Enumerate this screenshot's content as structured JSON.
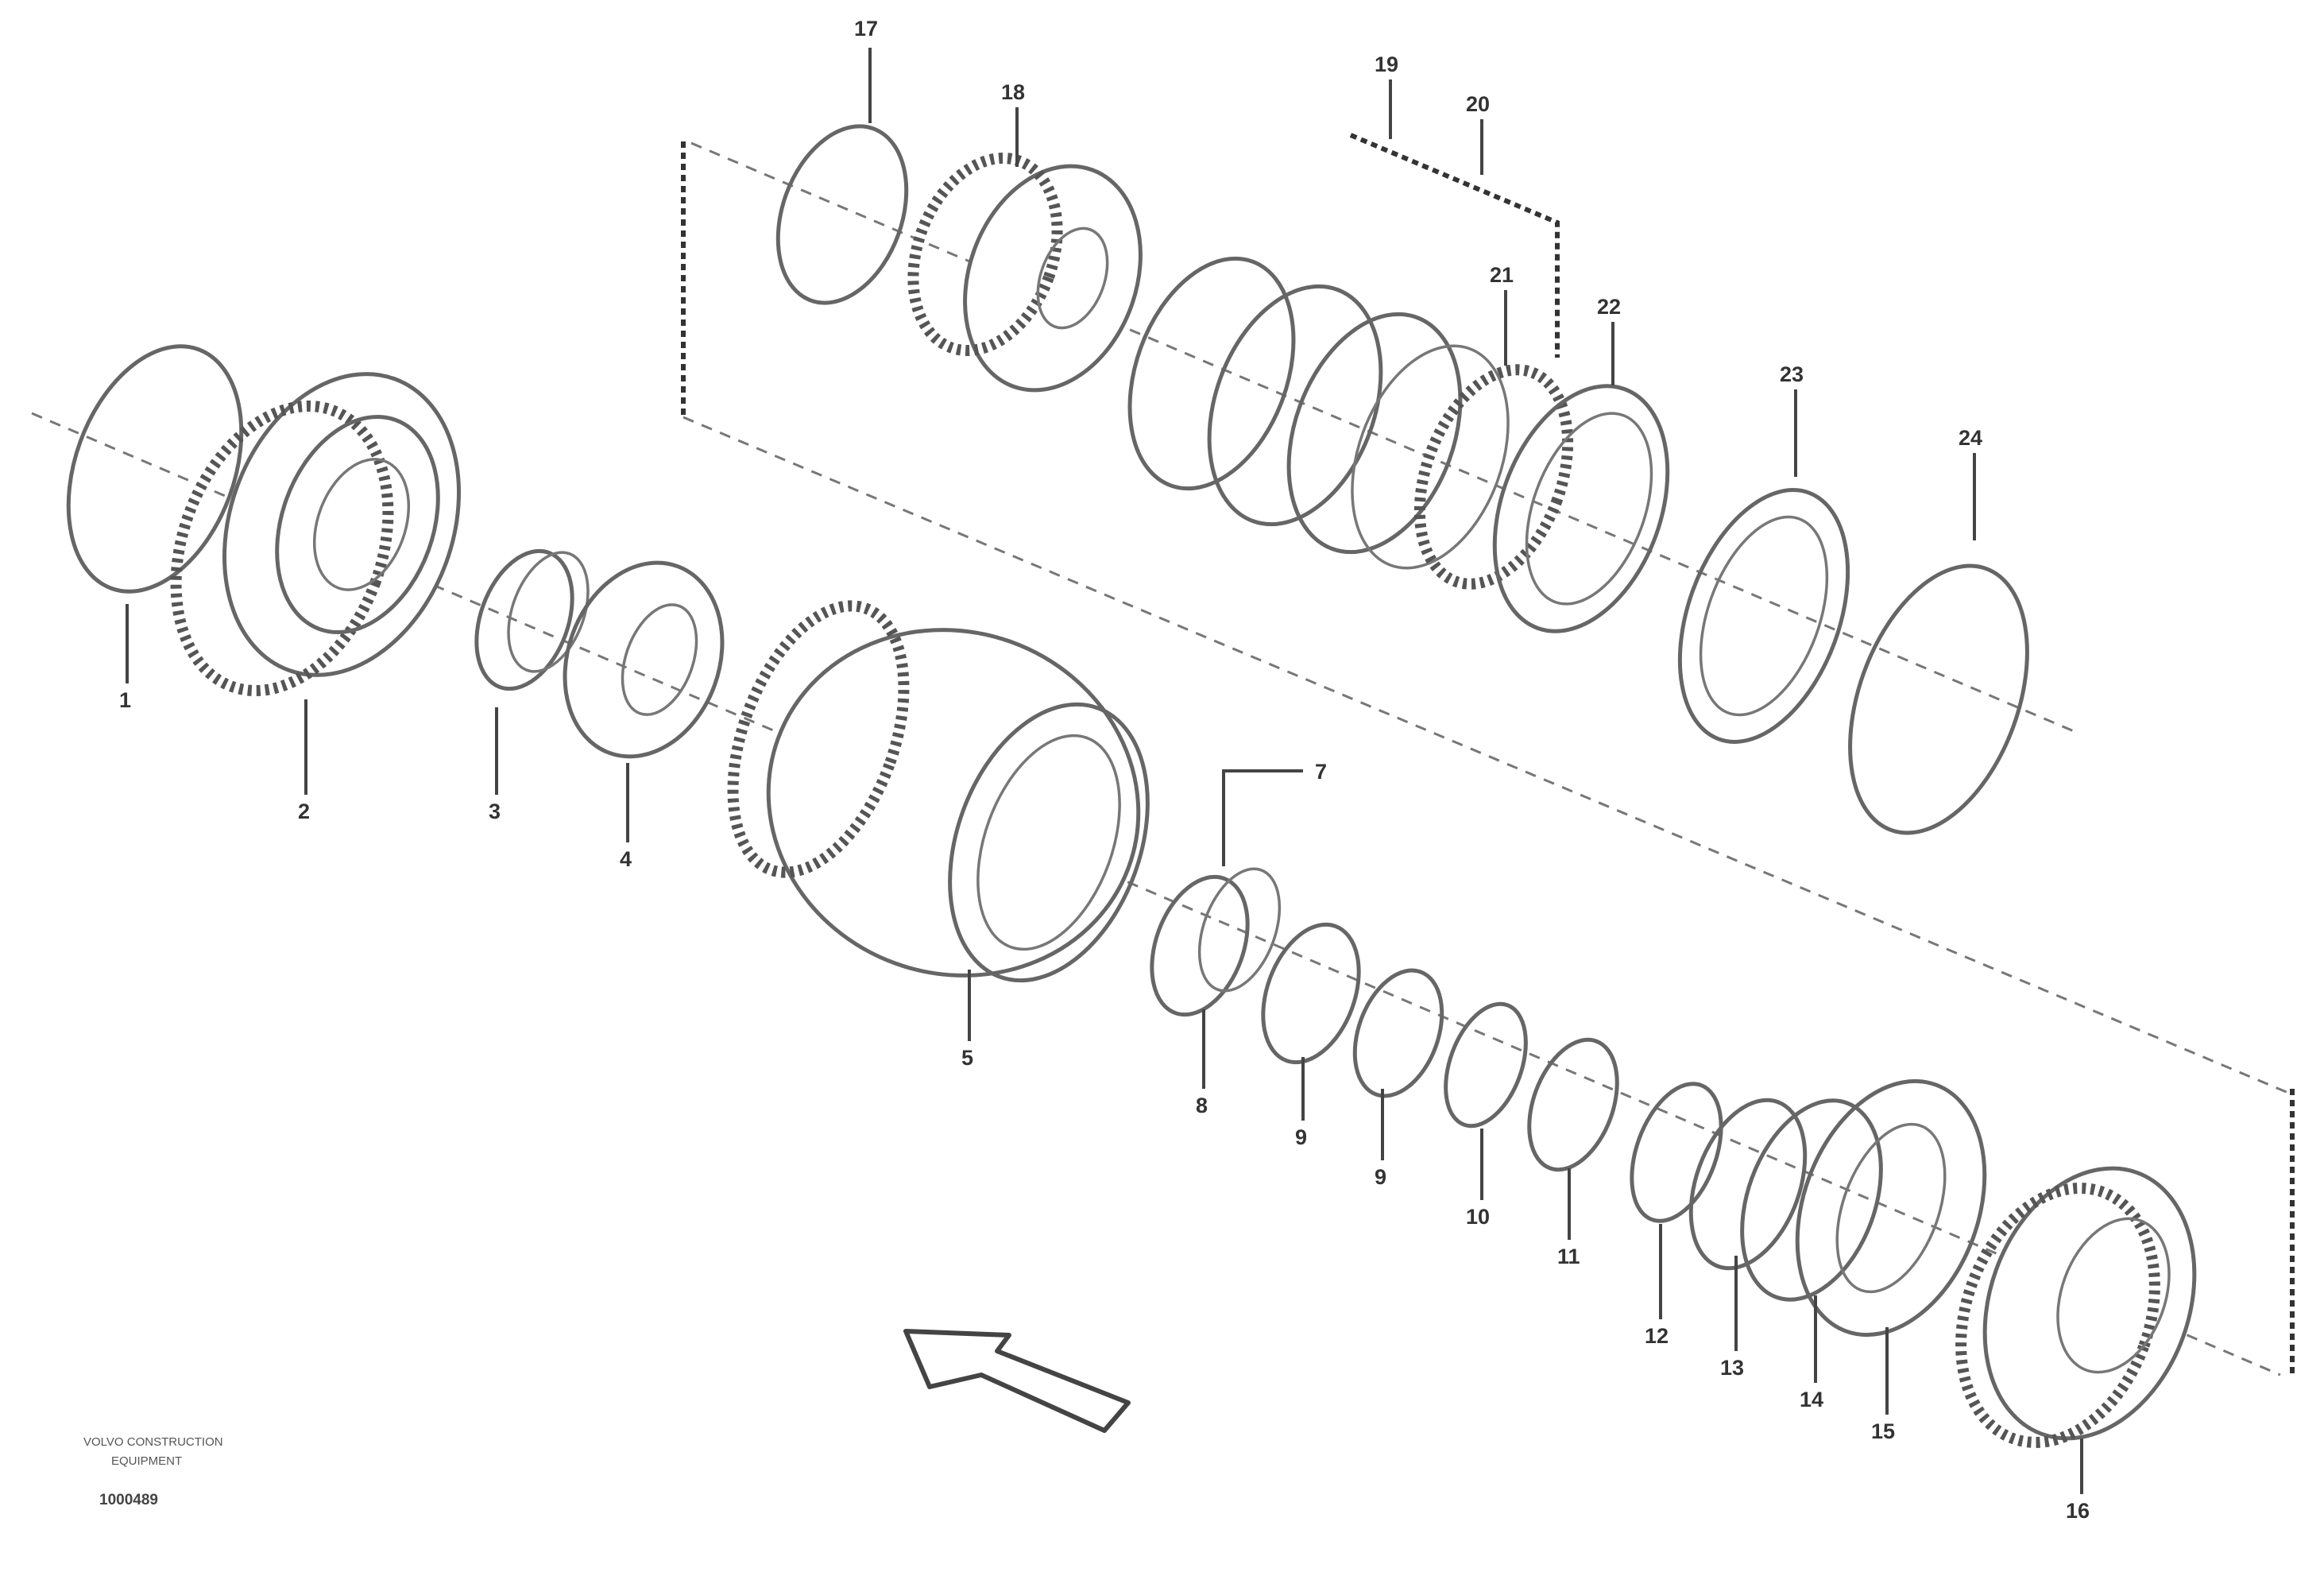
{
  "callouts": [
    "1",
    "2",
    "3",
    "4",
    "5",
    "7",
    "8",
    "9",
    "9",
    "10",
    "11",
    "12",
    "13",
    "14",
    "15",
    "16",
    "17",
    "18",
    "19",
    "20",
    "21",
    "22",
    "23",
    "24"
  ],
  "footer": {
    "line1": "VOLVO CONSTRUCTION",
    "line2": "EQUIPMENT",
    "drawing_id": "1000489"
  }
}
